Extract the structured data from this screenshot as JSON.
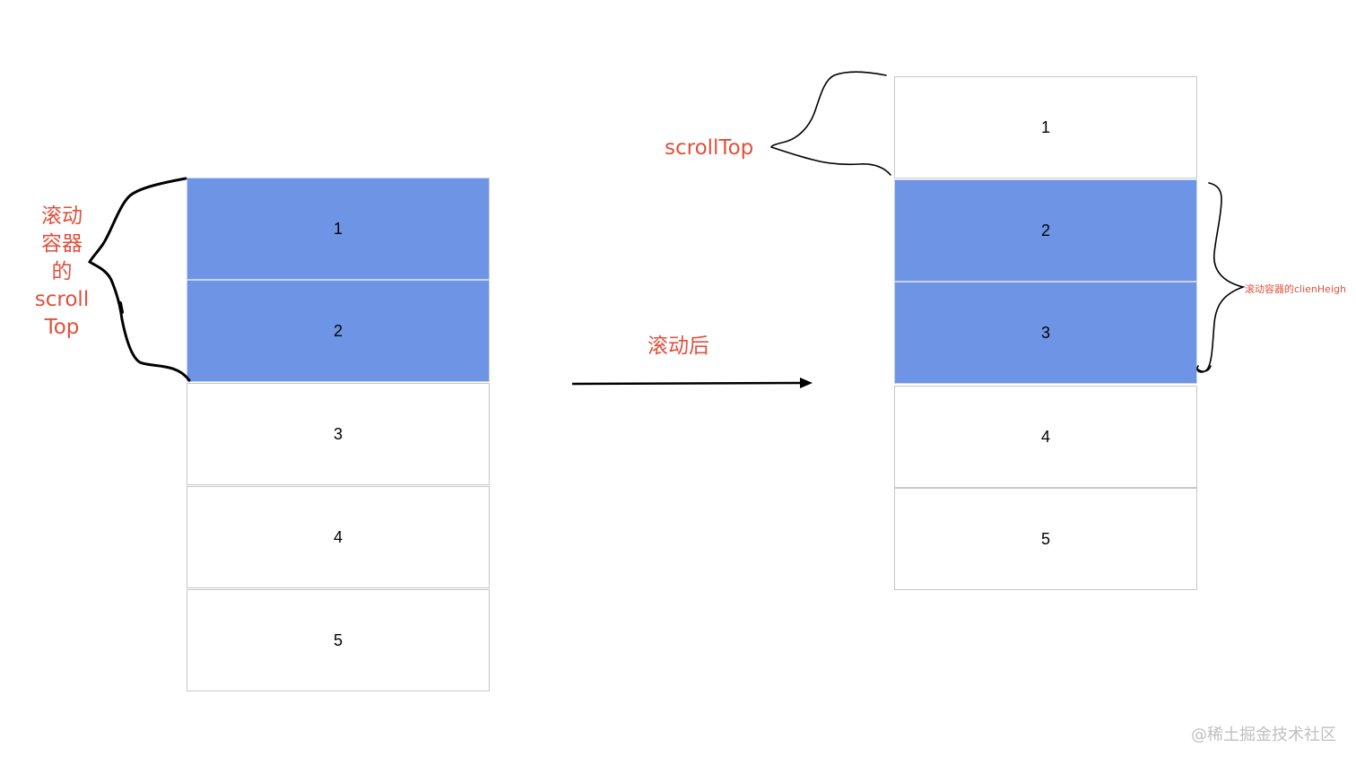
{
  "left_diagram": {
    "rows": [
      {
        "label": "1",
        "highlighted": true
      },
      {
        "label": "2",
        "highlighted": true
      },
      {
        "label": "3",
        "highlighted": false
      },
      {
        "label": "4",
        "highlighted": false
      },
      {
        "label": "5",
        "highlighted": false
      }
    ],
    "brace_label_lines": [
      "滚动",
      "容器",
      "的",
      "scroll",
      "Top"
    ]
  },
  "right_diagram": {
    "rows": [
      {
        "label": "1",
        "highlighted": false
      },
      {
        "label": "2",
        "highlighted": true
      },
      {
        "label": "3",
        "highlighted": true
      },
      {
        "label": "4",
        "highlighted": false
      },
      {
        "label": "5",
        "highlighted": false
      }
    ],
    "scrolltop_label": "scrollTop",
    "clientheight_label": "滚动容器的clienHeigh"
  },
  "transition": {
    "label": "滚动后"
  },
  "watermark": "@稀土掘金技术社区",
  "colors": {
    "highlight": "#6e94e6",
    "annotation": "#e0503c",
    "border": "#c8c8c8"
  }
}
